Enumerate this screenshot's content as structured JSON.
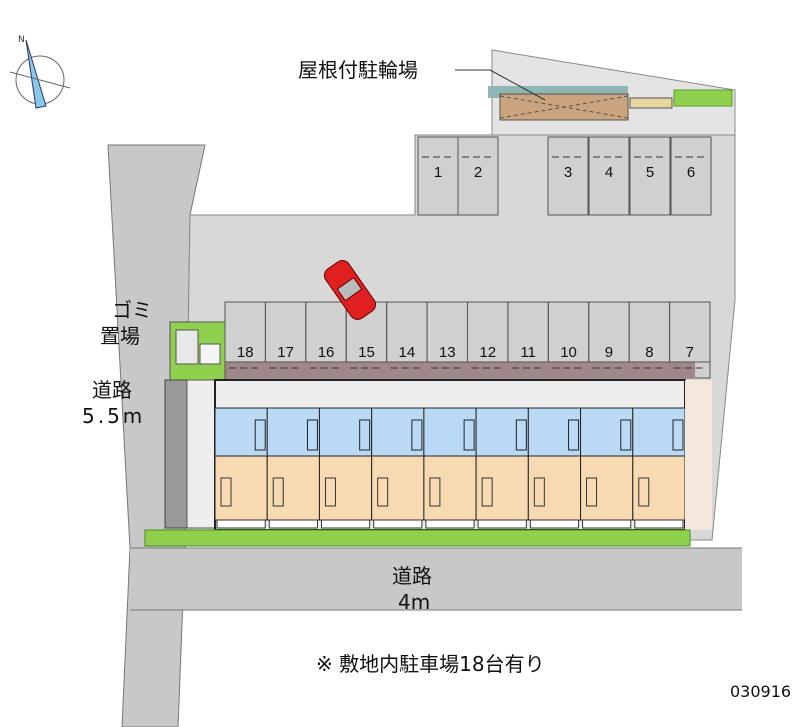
{
  "labels": {
    "bike_shelter": "屋根付駐輪場",
    "garbage_line1": "ゴミ",
    "garbage_line2": "置場",
    "road_left_name": "道路",
    "road_left_width": "5.5m",
    "road_bottom_name": "道路",
    "road_bottom_width": "4m",
    "note": "※ 敷地内駐車場18台有り",
    "code": "030916"
  },
  "compass": {
    "north_label": "N",
    "icon": "compass-icon"
  },
  "parking_top": [
    "1",
    "2",
    "3",
    "4",
    "5",
    "6"
  ],
  "parking_row": [
    "18",
    "17",
    "16",
    "15",
    "14",
    "13",
    "12",
    "11",
    "10",
    "9",
    "8",
    "7"
  ],
  "units_count": 9,
  "colors": {
    "road": "#c8c8c8",
    "lot": "#d8d8d8",
    "bike_shed": "#c9a47c",
    "grass": "#8fd14f",
    "bath": "#b9d9f5",
    "room": "#f7d9b2",
    "car": "#e02020"
  }
}
